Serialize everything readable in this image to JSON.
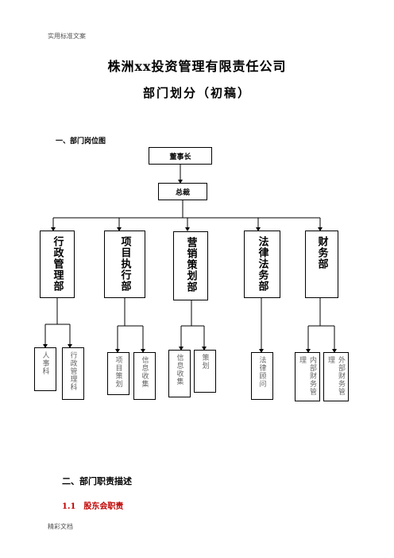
{
  "header_note": "实用标准文案",
  "footer_note": "精彩文档",
  "title_line1": "株洲xx投资管理有限责任公司",
  "title_line2": "部门划分（初稿）",
  "section1": "一、部门岗位图",
  "org": {
    "chairman": "董事长",
    "gm": "总裁",
    "departments": [
      {
        "name": "行政管理部",
        "subs": [
          "人事科",
          "行政管理科"
        ]
      },
      {
        "name": "项目执行部",
        "subs": [
          "项目策划",
          "信息收集"
        ]
      },
      {
        "name": "营销策划部",
        "subs": [
          "信息收集",
          "策划"
        ]
      },
      {
        "name": "法律法务部",
        "subs": [
          "法律顾问"
        ]
      },
      {
        "name": "财务部",
        "subs": [
          "内部财务管理",
          "外部财务管理"
        ]
      }
    ]
  },
  "section2": "二、部门职责描述",
  "section3": "1.1　股东会职责"
}
